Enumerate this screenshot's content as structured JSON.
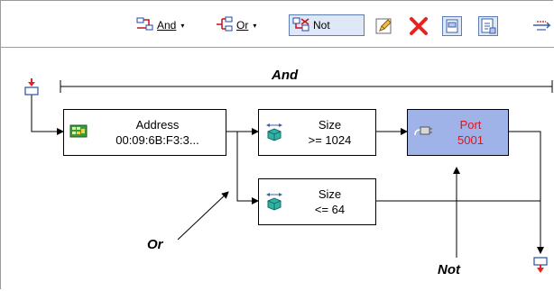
{
  "toolbar": {
    "and_label": "And",
    "or_label": "Or",
    "not_label": "Not",
    "dropdown_glyph": "▾"
  },
  "diagram": {
    "and_caption": "And",
    "or_caption": "Or",
    "not_caption": "Not",
    "nodes": {
      "address": {
        "title": "Address",
        "value": "00:09:6B:F3:3..."
      },
      "size1": {
        "title": "Size",
        "value": ">= 1024"
      },
      "size2": {
        "title": "Size",
        "value": "<= 64"
      },
      "port": {
        "title": "Port",
        "value": "5001"
      }
    }
  },
  "colors": {
    "port_fill": "#9fb3e9",
    "port_text": "#e0141f",
    "delete_red": "#e8231f",
    "pressed_border": "#5a7db8"
  },
  "icons": [
    "and-icon",
    "or-icon",
    "not-icon",
    "edit-pencil-icon",
    "delete-icon",
    "copy-icon",
    "paste-icon",
    "more-icon",
    "start-icon",
    "end-icon",
    "mac-address-icon",
    "size-icon",
    "port-icon"
  ]
}
